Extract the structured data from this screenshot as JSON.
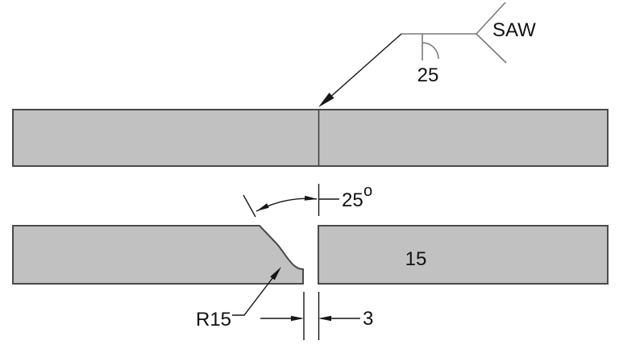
{
  "weld_symbol": {
    "process": "SAW",
    "depth_label": "25"
  },
  "section": {
    "bevel_angle_label": "25",
    "bevel_angle_degree_mark": "o",
    "thickness_label": "15",
    "radius_label": "R15",
    "root_gap_label": "3"
  },
  "colors": {
    "background": "#ffffff",
    "plate_fill": "#c1c1c1",
    "plate_outline": "#4a4a4a",
    "symbol_line": "#7a7a7a",
    "dimension_line": "#161616",
    "label_text": "#111111"
  }
}
